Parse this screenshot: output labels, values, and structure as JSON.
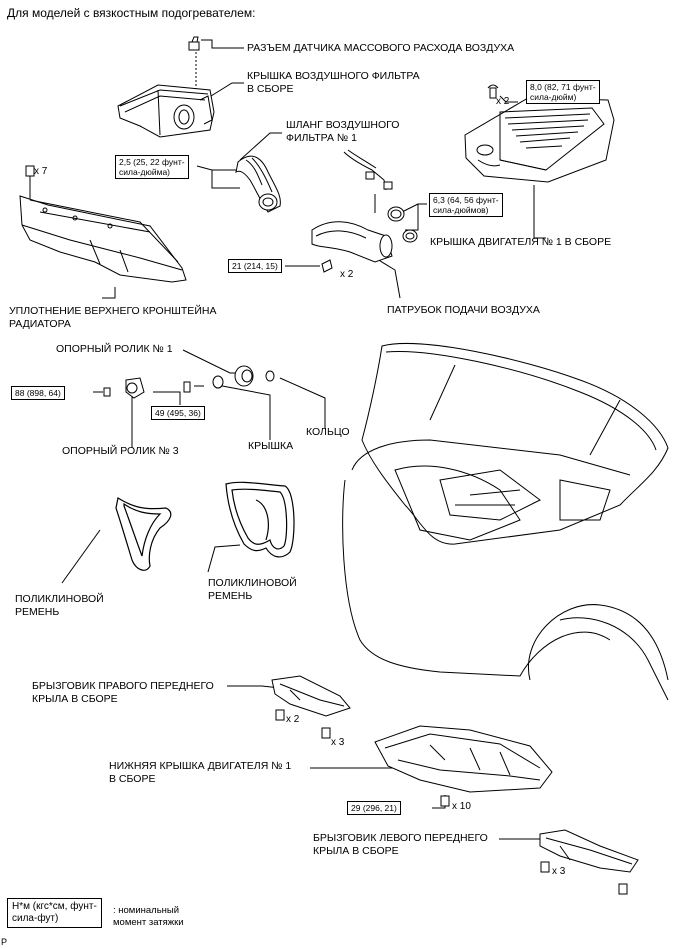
{
  "heading": "Для моделей с вязкостным подогревателем:",
  "labels": {
    "maf_connector": "РАЗЪЕМ ДАТЧИКА МАССОВОГО РАСХОДА ВОЗДУХА",
    "air_filter_cover": "КРЫШКА ВОЗДУШНОГО ФИЛЬТРА\nВ СБОРЕ",
    "air_filter_hose": "ШЛАНГ ВОЗДУШНОГО\nФИЛЬТРА № 1",
    "engine_cover": "КРЫШКА ДВИГАТЕЛЯ № 1 В СБОРЕ",
    "radiator_seal": "УПЛОТНЕНИЕ ВЕРХНЕГО КРОНШТЕЙНА\nРАДИАТОРА",
    "air_intake": "ПАТРУБОК ПОДАЧИ ВОЗДУХА",
    "idler1": "ОПОРНЫЙ РОЛИК № 1",
    "idler3": "ОПОРНЫЙ РОЛИК № 3",
    "cap": "КРЫШКА",
    "ring": "КОЛЬЦО",
    "belt1": "ПОЛИКЛИНОВОЙ\nРЕМЕНЬ",
    "belt2": "ПОЛИКЛИНОВОЙ\nРЕМЕНЬ",
    "rh_splash": "БРЫЗГОВИК ПРАВОГО ПЕРЕДНЕГО\nКРЫЛА В СБОРЕ",
    "under_cover": "НИЖНЯЯ КРЫШКА ДВИГАТЕЛЯ № 1\nВ СБОРЕ",
    "lh_splash": "БРЫЗГОВИК ЛЕВОГО ПЕРЕДНЕГО\nКРЫЛА В СБОРЕ"
  },
  "torques": {
    "hose_clamp": "2,5 (25, 22 фунт-\nсила-дюйма)",
    "engine_cover_nut": "8,0 (82, 71 фунт-\nсила-дюйм)",
    "intake_clamp": "6,3 (64, 56 фунт-\nсила-дюймов)",
    "intake_bolt": "21 (214, 15)",
    "idler3_bolt": "88 (898, 64)",
    "idler1_bolt": "49 (495, 36)",
    "under_cover_bolt": "29 (296, 21)"
  },
  "multipliers": {
    "seal_clips": "x 7",
    "cover_nuts": "x 2",
    "intake_bolts": "x 2",
    "rh_a": "x 2",
    "rh_b": "x 3",
    "under": "x 10",
    "lh": "x 3"
  },
  "legend": {
    "box": "Н*м (кгс*см, фунт-\nсила-фут)",
    "text": ": номинальный\nмомент затяжки"
  },
  "page_mark": "P"
}
